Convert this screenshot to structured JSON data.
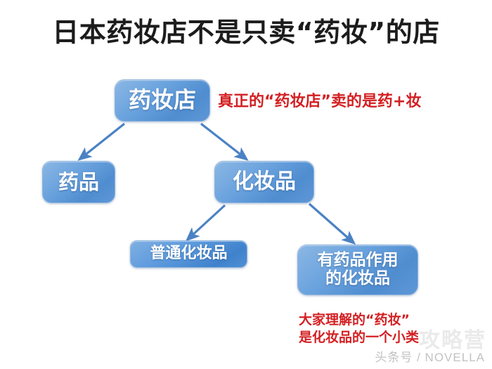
{
  "slide": {
    "title": "日本药妆店不是只卖“药妆”的店",
    "background_color": "#ffffff"
  },
  "diagram": {
    "accent_color": "#5b93d6",
    "annotation_color": "#d31f22",
    "nodes": [
      {
        "id": "root",
        "label": "药妆店"
      },
      {
        "id": "drug",
        "label": "药品"
      },
      {
        "id": "cos",
        "label": "化妆品"
      },
      {
        "id": "normal",
        "label": "普通化妆品"
      },
      {
        "id": "medic",
        "label": "有药品作用\n的化妆品"
      }
    ],
    "annotations": [
      {
        "id": "top",
        "text": "真正的“药妆店”卖的是药+妆"
      },
      {
        "id": "bottom",
        "text": "大家理解的“药妆”\n是化妆品的一个小类"
      }
    ]
  },
  "watermark": {
    "text": "头条号 / NOVELLA",
    "ghost_text": "攻略营"
  }
}
